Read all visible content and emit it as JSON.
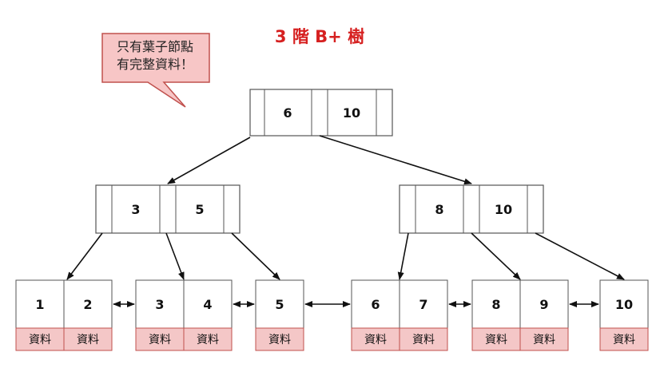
{
  "title": "3 階 B+ 樹",
  "callout": {
    "line1": "只有葉子節點",
    "line2": "有完整資料！"
  },
  "root": {
    "keys": [
      "6",
      "10"
    ]
  },
  "internal": [
    {
      "keys": [
        "3",
        "5"
      ]
    },
    {
      "keys": [
        "8",
        "10"
      ]
    }
  ],
  "leaves": [
    {
      "keys": [
        "1",
        "2"
      ]
    },
    {
      "keys": [
        "3",
        "4"
      ]
    },
    {
      "keys": [
        "5"
      ]
    },
    {
      "keys": [
        "6",
        "7"
      ]
    },
    {
      "keys": [
        "8",
        "9"
      ]
    },
    {
      "keys": [
        "10"
      ]
    }
  ],
  "data_label": "資料",
  "colors": {
    "title": "#d62020",
    "data_fill": "#f4c7c7",
    "data_stroke": "#c0504d",
    "callout_fill": "#f7c6c6",
    "callout_stroke": "#c0504d",
    "node_stroke": "#555555"
  }
}
